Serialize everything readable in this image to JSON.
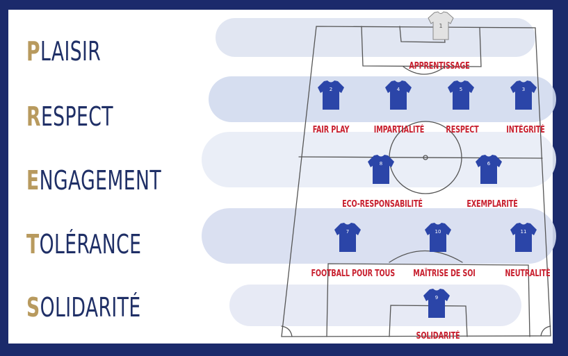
{
  "values": [
    {
      "initial": "P",
      "rest": "LAISIR"
    },
    {
      "initial": "R",
      "rest": "ESPECT"
    },
    {
      "initial": "E",
      "rest": "NGAGEMENT"
    },
    {
      "initial": "T",
      "rest": "OLÉRANCE"
    },
    {
      "initial": "S",
      "rest": "OLIDARITÉ"
    }
  ],
  "positions": {
    "apprentissage": "APPRENTISSAGE",
    "fair_play": "FAIR PLAY",
    "impartialite": "IMPARTIALITÉ",
    "respect": "RESPECT",
    "integrite": "INTÉGRITÉ",
    "eco": "ECO-RESPONSABILITÉ",
    "exemplarite": "EXEMPLARITÉ",
    "football": "FOOTBALL POUR TOUS",
    "maitrise": "MAÎTRISE DE SOI",
    "neutralite": "NEUTRALITÉ",
    "solidarite": "SOLIDARITÉ"
  },
  "jerseys": {
    "goalkeeper": "1",
    "fair_play": "2",
    "impartialite": "4",
    "respect": "5",
    "integrite": "3",
    "eco": "8",
    "exemplarite": "6",
    "football": "7",
    "maitrise": "10",
    "neutralite": "11",
    "solidarite": "9"
  },
  "colors": {
    "navy": "#1b2a6b",
    "gold": "#b89a5e",
    "red": "#c8202f",
    "jersey": "#2b45a8",
    "keeper": "#d9d9d9"
  }
}
